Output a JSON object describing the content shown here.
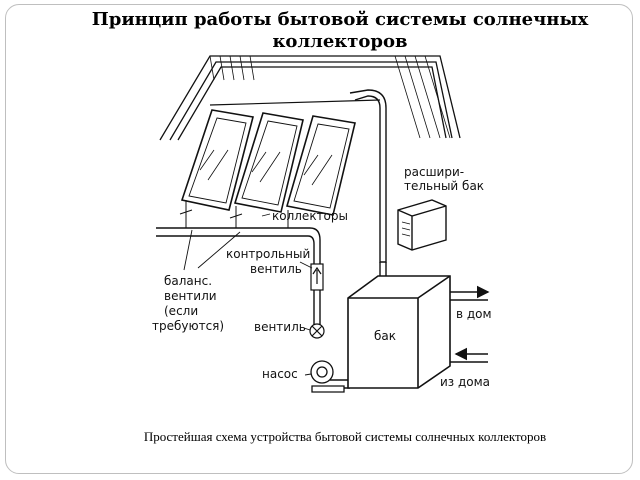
{
  "slide": {
    "title": "Принцип работы бытовой системы солнечных коллекторов",
    "caption": "Простейшая схема устройства бытовой системы солнечных коллекторов"
  },
  "diagram": {
    "labels": {
      "expansion_tank_line1": "расшири-",
      "expansion_tank_line2": "тельный бак",
      "collectors": "коллекторы",
      "check_valve_line1": "контрольный",
      "check_valve_line2": "вентиль",
      "balance_line1": "баланс.",
      "balance_line2": "вентили",
      "balance_line3": "(если",
      "balance_line4": "требуются)",
      "valve": "вентиль",
      "pump": "насос",
      "tank": "бак",
      "to_house": "в дом",
      "from_house": "из дома"
    }
  }
}
